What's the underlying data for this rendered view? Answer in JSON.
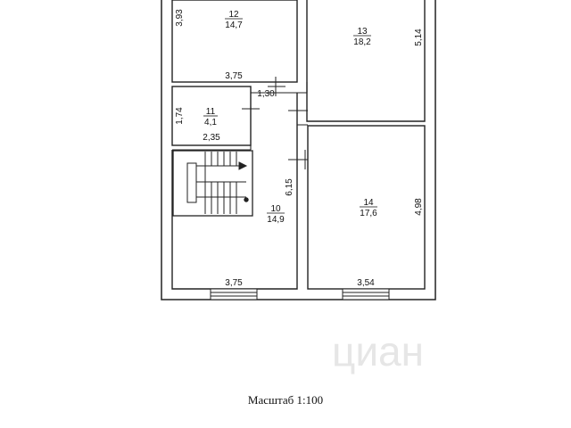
{
  "rooms": {
    "r12": {
      "number": "12",
      "area": "14,7"
    },
    "r13": {
      "number": "13",
      "area": "18,2"
    },
    "r11": {
      "number": "11",
      "area": "4,1"
    },
    "r10": {
      "number": "10",
      "area": "14,9"
    },
    "r14": {
      "number": "14",
      "area": "17,6"
    }
  },
  "dimensions": {
    "r12_height": "3,93",
    "r12_width": "3,75",
    "r13_height": "5,14",
    "corridor_width": "1,30",
    "r11_height": "1,74",
    "r11_width": "2,35",
    "r10_height": "6,15",
    "r10_width": "3,75",
    "r14_height": "4,98",
    "r14_width": "3,54"
  },
  "scale_label": "Масштаб 1:100",
  "watermark": "циан"
}
